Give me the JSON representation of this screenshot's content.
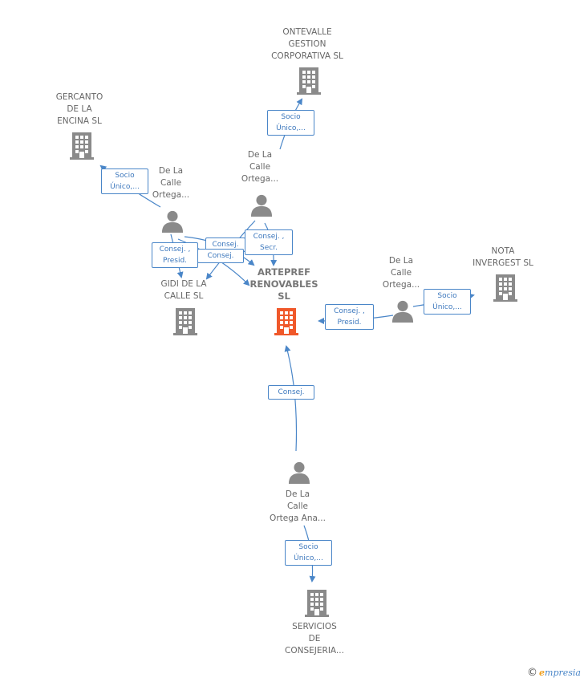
{
  "colors": {
    "node_gray": "#8a8a8a",
    "main_orange": "#f0582a",
    "edge_blue": "#4a86c8",
    "label_gray": "#666666"
  },
  "nodes": {
    "ontevalle": "ONTEVALLE\nGESTION\nCORPORATIVA SL",
    "gercanto": "GERCANTO\nDE LA\nENCINA SL",
    "person_top": "De La\nCalle\nOrtega...",
    "person_left": "De La\nCalle\nOrtega...",
    "artepref": "ARTEPREF\nRENOVABLES\nSL",
    "gidi": "GIDI DE LA\nCALLE SL",
    "person_right": "De La\nCalle\nOrtega...",
    "nota": "NOTA\nINVERGEST SL",
    "person_bottom": "De La\nCalle\nOrtega Ana...",
    "servicios": "SERVICIOS\nDE\nCONSEJERIA..."
  },
  "edges": {
    "socio_ontevalle": "Socio\nÚnico,...",
    "socio_gercanto": "Socio\nÚnico,...",
    "consej_secr": "Consej. ,\nSecr.",
    "consej_presid_left": "Consej. ,\nPresid.",
    "consej_a": "Consej.",
    "consej_b": "Consej.",
    "consej_presid_right": "Consej. ,\nPresid.",
    "socio_nota": "Socio\nÚnico,...",
    "consej_bottom": "Consej.",
    "socio_servicios": "Socio\nÚnico,..."
  },
  "footer": {
    "copyright": "©",
    "brand_first": "e",
    "brand_rest": "mpresia"
  }
}
